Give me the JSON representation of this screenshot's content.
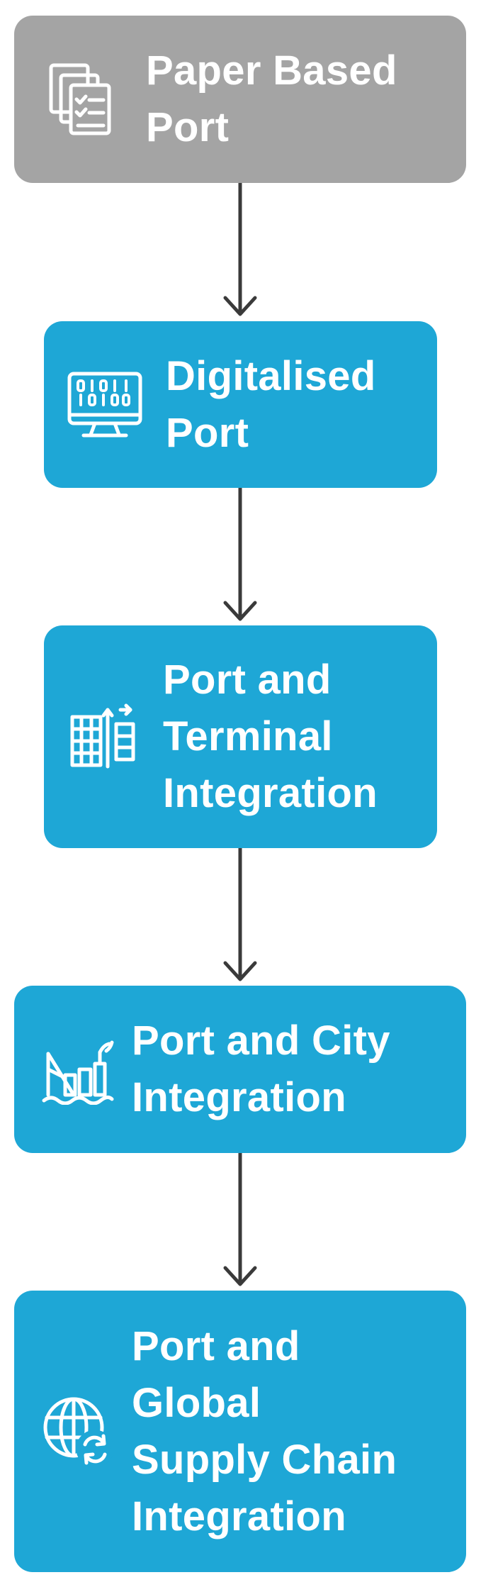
{
  "colors": {
    "grey_box": "#a4a4a4",
    "blue_box": "#1ea7d6",
    "arrow": "#3a3a3a",
    "text": "#ffffff"
  },
  "stages": [
    {
      "lines": [
        "Paper Based",
        "Port"
      ],
      "icon": "documents-checklist-icon",
      "color": "grey"
    },
    {
      "lines": [
        "Digitalised",
        "Port"
      ],
      "icon": "binary-monitor-icon",
      "color": "blue"
    },
    {
      "lines": [
        "Port and",
        "Terminal",
        "Integration"
      ],
      "icon": "terminal-integration-icon",
      "color": "blue"
    },
    {
      "lines": [
        "Port and City",
        "Integration"
      ],
      "icon": "port-city-icon",
      "color": "blue"
    },
    {
      "lines": [
        "Port and",
        "Global",
        "Supply Chain",
        "Integration"
      ],
      "icon": "global-supply-chain-icon",
      "color": "blue"
    }
  ]
}
